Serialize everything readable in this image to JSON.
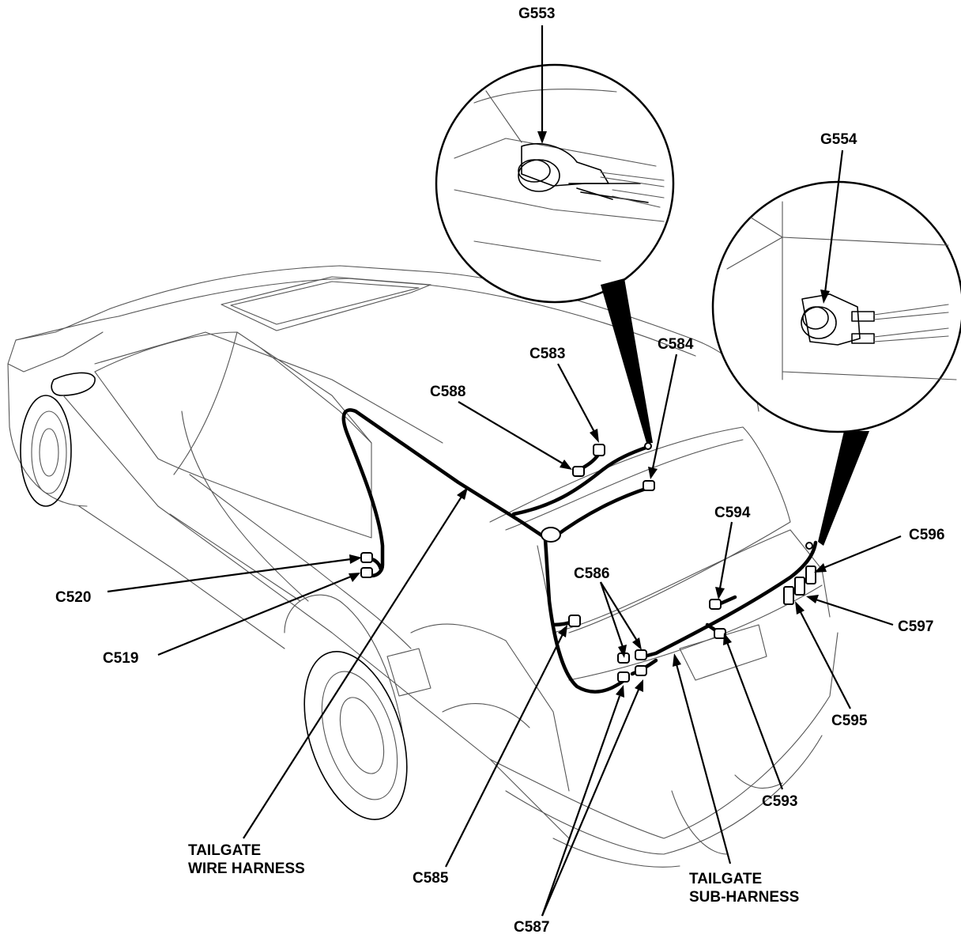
{
  "ground_points": [
    {
      "id": "g553",
      "label": "G553"
    },
    {
      "id": "g554",
      "label": "G554"
    }
  ],
  "connectors": [
    {
      "id": "c583",
      "label": "C583"
    },
    {
      "id": "c584",
      "label": "C584"
    },
    {
      "id": "c588",
      "label": "C588"
    },
    {
      "id": "c594",
      "label": "C594"
    },
    {
      "id": "c596",
      "label": "C596"
    },
    {
      "id": "c586",
      "label": "C586"
    },
    {
      "id": "c520",
      "label": "C520"
    },
    {
      "id": "c597",
      "label": "C597"
    },
    {
      "id": "c519",
      "label": "C519"
    },
    {
      "id": "c595",
      "label": "C595"
    },
    {
      "id": "c593",
      "label": "C593"
    },
    {
      "id": "c585",
      "label": "C585"
    },
    {
      "id": "c587",
      "label": "C587"
    }
  ],
  "harnesses": [
    {
      "id": "tailgate-wire-harness",
      "line1": "TAILGATE",
      "line2": "WIRE HARNESS"
    },
    {
      "id": "tailgate-sub-harness",
      "line1": "TAILGATE",
      "line2": "SUB-HARNESS"
    }
  ]
}
